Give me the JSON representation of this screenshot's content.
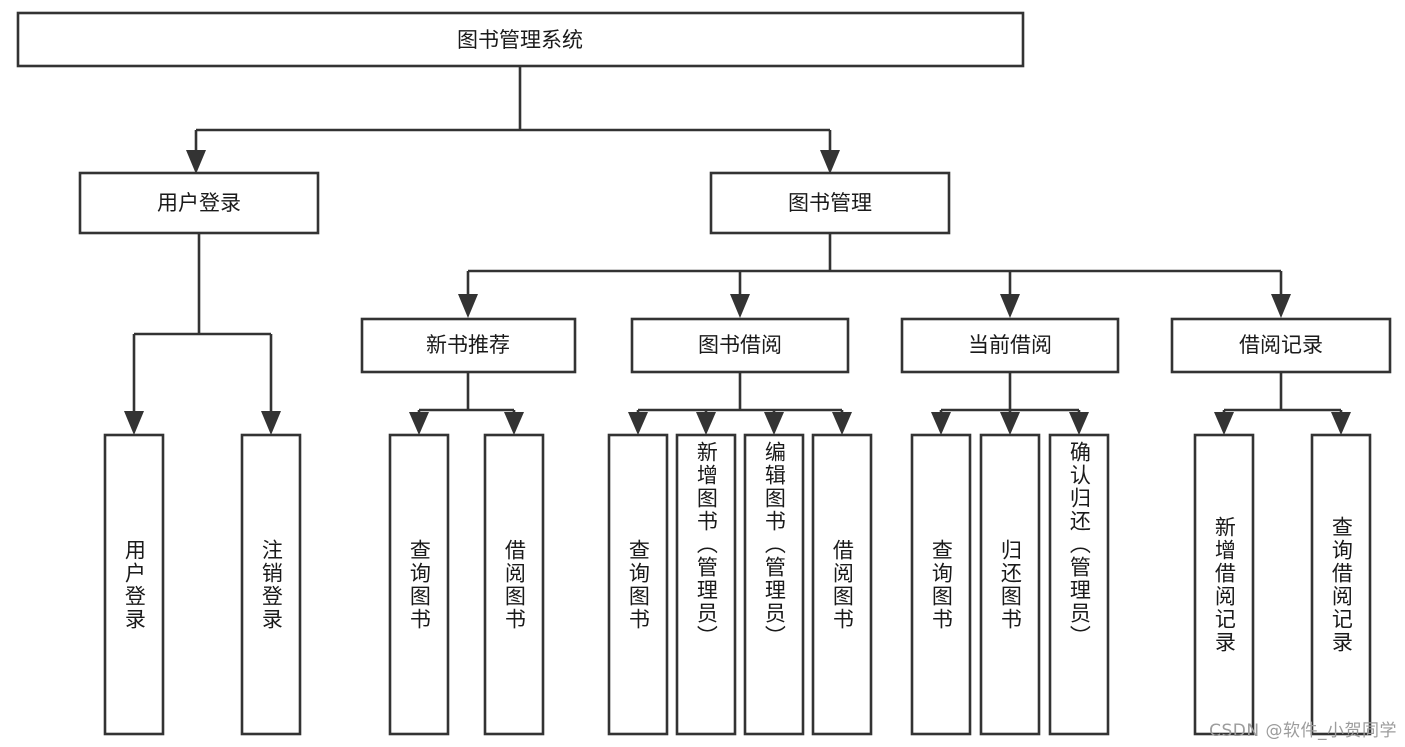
{
  "diagram": {
    "type": "tree-hierarchy",
    "title": "图书管理系统",
    "root": {
      "label": "图书管理系统",
      "orientation": "horizontal"
    },
    "level2": [
      {
        "label": "用户登录",
        "orientation": "horizontal"
      },
      {
        "label": "图书管理",
        "orientation": "horizontal"
      }
    ],
    "level3": [
      {
        "label": "新书推荐",
        "orientation": "horizontal",
        "parent": "图书管理"
      },
      {
        "label": "图书借阅",
        "orientation": "horizontal",
        "parent": "图书管理"
      },
      {
        "label": "当前借阅",
        "orientation": "horizontal",
        "parent": "图书管理"
      },
      {
        "label": "借阅记录",
        "orientation": "horizontal",
        "parent": "图书管理"
      }
    ],
    "leaves": {
      "user_login": [
        {
          "label": "用户登录",
          "orientation": "vertical"
        },
        {
          "label": "注销登录",
          "orientation": "vertical"
        }
      ],
      "new_book_recommend": [
        {
          "label": "查询图书",
          "orientation": "vertical"
        },
        {
          "label": "借阅图书",
          "orientation": "vertical"
        }
      ],
      "book_borrow": [
        {
          "label": "查询图书",
          "orientation": "vertical"
        },
        {
          "label": "新增图书（管理员）",
          "orientation": "vertical"
        },
        {
          "label": "编辑图书（管理员）",
          "orientation": "vertical"
        },
        {
          "label": "借阅图书",
          "orientation": "vertical"
        }
      ],
      "current_borrow": [
        {
          "label": "查询图书",
          "orientation": "vertical"
        },
        {
          "label": "归还图书",
          "orientation": "vertical"
        },
        {
          "label": "确认归还（管理员）",
          "orientation": "vertical"
        }
      ],
      "borrow_record": [
        {
          "label": "新增借阅记录",
          "orientation": "vertical"
        },
        {
          "label": "查询借阅记录",
          "orientation": "vertical"
        }
      ]
    },
    "colors": {
      "box_stroke": "#333333",
      "box_fill": "#ffffff",
      "text": "#1a1a1a",
      "connector": "#333333",
      "background": "#ffffff",
      "watermark": "#9c9c9c"
    }
  },
  "watermark": {
    "text": "CSDN @软件_小贺同学"
  }
}
